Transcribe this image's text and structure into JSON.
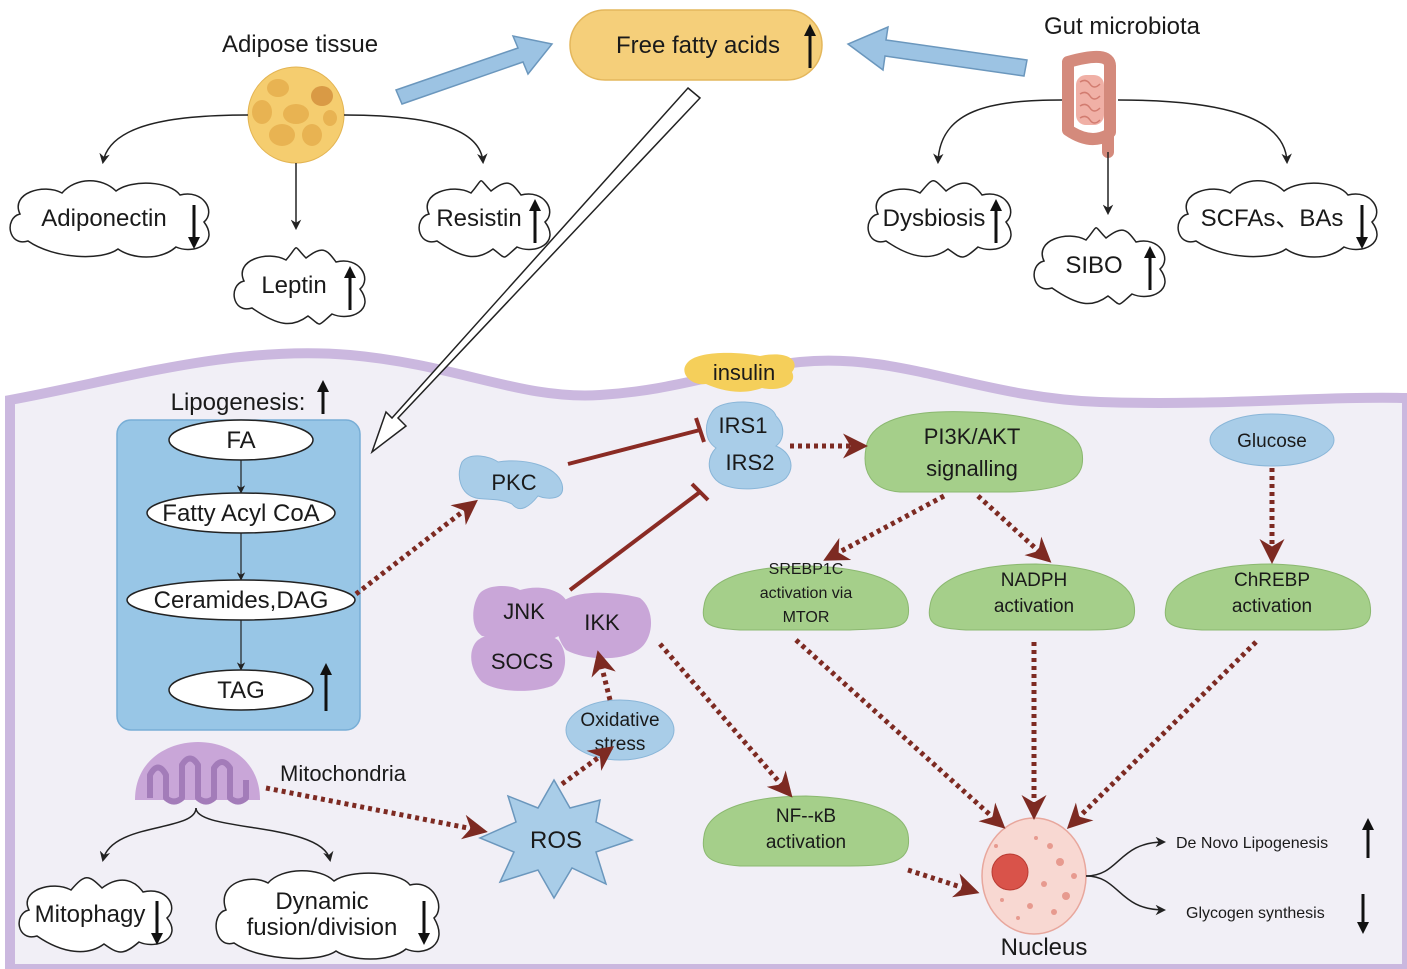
{
  "colors": {
    "cytoplasm": "#f1eff6",
    "membrane": "#cbb8df",
    "blue_arrow": "#9cc3e3",
    "blue_shape": "#a9cde8",
    "green_node": "#a5cf8a",
    "purple_complex": "#c9a6d8",
    "ffa_pill": "#f5cf7a",
    "dotted_arrow": "#7d2a22",
    "inhibit": "#8a2b24",
    "nucleus_fill": "#f8d8d2",
    "nucleolus": "#d9534a",
    "lipo_box": "#98c6e6"
  },
  "top": {
    "ffa": {
      "label": "Free fatty acids",
      "trend": "up"
    },
    "adipose": {
      "title": "Adipose tissue",
      "children": [
        {
          "label": "Adiponectin",
          "trend": "down"
        },
        {
          "label": "Leptin",
          "trend": "up"
        },
        {
          "label": "Resistin",
          "trend": "up"
        }
      ]
    },
    "gut": {
      "title": "Gut microbiota",
      "children": [
        {
          "label": "Dysbiosis",
          "trend": "up"
        },
        {
          "label": "SIBO",
          "trend": "up"
        },
        {
          "label": "SCFAs、BAs",
          "trend": "down"
        }
      ]
    }
  },
  "cell": {
    "insulin": "insulin",
    "lipogenesis": {
      "title": "Lipogenesis:",
      "trend": "up",
      "steps": [
        "FA",
        "Fatty Acyl CoA",
        "Ceramides,DAG",
        "TAG"
      ],
      "tag_trend": "up"
    },
    "pkc": "PKC",
    "irs": [
      "IRS1",
      "IRS2"
    ],
    "pi3k": [
      "PI3K/AKT",
      "signalling"
    ],
    "glucose": "Glucose",
    "srebp": [
      "SREBP1C",
      "activation via",
      "MTOR"
    ],
    "nadph": [
      "NADPH",
      "activation"
    ],
    "chrebp": [
      "ChREBP",
      "activation"
    ],
    "stress_complex": [
      "JNK",
      "IKK",
      "SOCS"
    ],
    "oxidative_stress": [
      "Oxidative",
      "stress"
    ],
    "mitochondria": {
      "title": "Mitochondria",
      "children": [
        {
          "label": [
            "Mitophagy"
          ],
          "trend": "down"
        },
        {
          "label": [
            "Dynamic",
            "fusion/division"
          ],
          "trend": "down"
        }
      ]
    },
    "ros": "ROS",
    "nfkb": [
      "NF--κB",
      "activation"
    ],
    "nucleus": {
      "title": "Nucleus",
      "outputs": [
        {
          "label": "De Novo Lipogenesis",
          "trend": "up"
        },
        {
          "label": "Glycogen synthesis",
          "trend": "down"
        }
      ]
    }
  }
}
